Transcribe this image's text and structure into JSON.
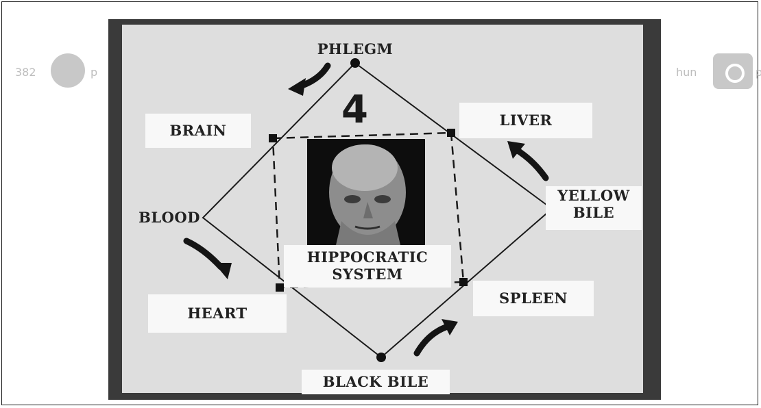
{
  "watermark": {
    "left_number": "382",
    "left_prefix": "p",
    "right_fragment": "hun",
    "right_prefix": "p"
  },
  "diagram": {
    "number": "4",
    "center_title": "HIPPOCRATIC\nSYSTEM",
    "humors": {
      "top": "PHLEGM",
      "right": "YELLOW\nBILE",
      "bottom": "BLACK BILE",
      "left": "BLOOD"
    },
    "organs": {
      "top_left": "BRAIN",
      "top_right": "LIVER",
      "bottom_right": "SPLEEN",
      "bottom_left": "HEART"
    }
  }
}
